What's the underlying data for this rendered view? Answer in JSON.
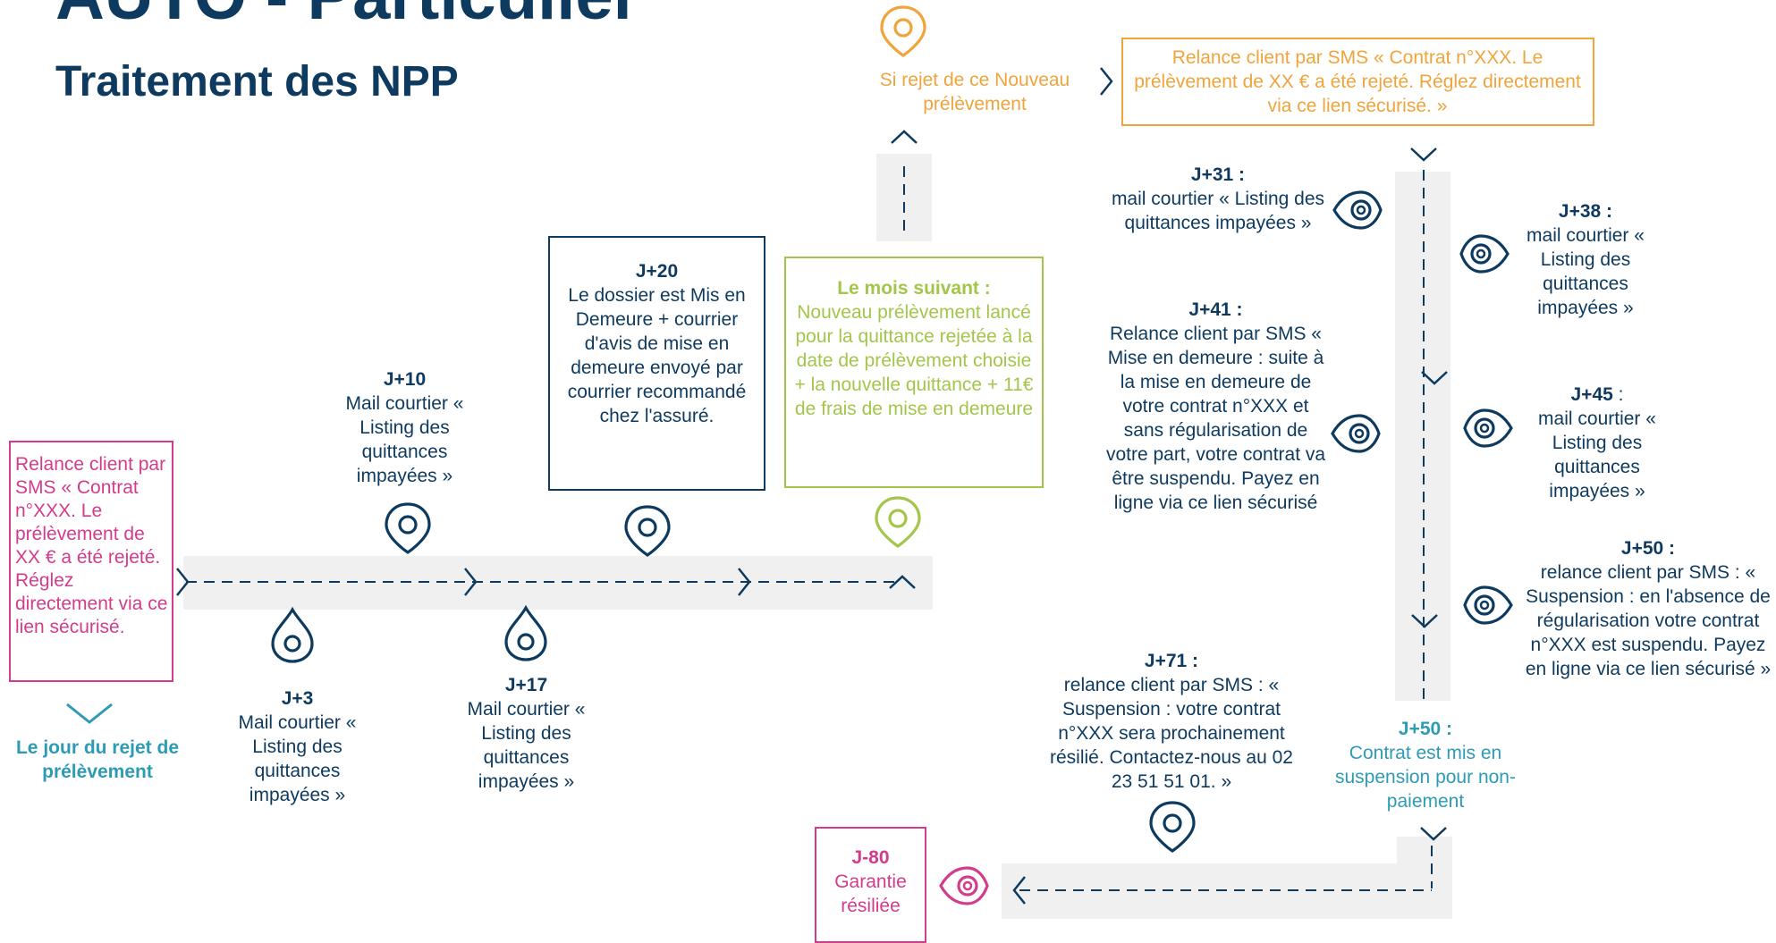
{
  "header": {
    "title": "AUTO - Particulier",
    "subtitle": "Traitement des NPP"
  },
  "colors": {
    "navy": "#0d3a5e",
    "pink": "#d33c8c",
    "green": "#a3c64a",
    "orange": "#f0a43c",
    "blue": "#2d9bb5",
    "band": "#f0f0f0"
  },
  "start": {
    "box_text": "Relance client par SMS « Contrat n°XXX. Le prélèvement de XX € a été rejeté. Réglez directement via ce lien sécurisé.",
    "caption": "Le jour du rejet de prélèvement"
  },
  "steps": {
    "j3": {
      "label": "J+3",
      "text": "Mail courtier « Listing des quittances impayées »"
    },
    "j10": {
      "label": "J+10",
      "text": "Mail courtier « Listing des quittances impayées »"
    },
    "j17": {
      "label": "J+17",
      "text": "Mail courtier « Listing des quittances impayées »"
    },
    "j20": {
      "label": "J+20",
      "text": "Le dossier est Mis en Demeure + courrier d'avis de mise en demeure envoyé par courrier recommandé chez l'assuré."
    },
    "mois_suivant": {
      "label": "Le mois suivant :",
      "text": "Nouveau prélèvement lancé pour la quittance rejetée à la date de prélèvement choisie + la nouvelle quittance + 11€ de frais de mise en demeure"
    },
    "rejet": {
      "text": "Si rejet de ce Nouveau prélèvement"
    },
    "sms_rejet": {
      "text": "Relance client par SMS « Contrat n°XXX. Le prélèvement de XX € a été rejeté. Réglez directement via ce lien sécurisé. »"
    },
    "j31": {
      "label": "J+31 :",
      "text": "mail courtier « Listing des quittances impayées »"
    },
    "j38": {
      "label": "J+38 :",
      "text": "mail courtier « Listing des quittances impayées »"
    },
    "j41": {
      "label": "J+41 :",
      "text": "Relance client par SMS « Mise en demeure : suite à la mise en demeure de votre contrat n°XXX et sans régularisation de votre part, votre contrat va être suspendu. Payez en ligne via ce lien sécurisé"
    },
    "j45": {
      "label": "J+45",
      "label_suffix": " :",
      "text": "mail courtier « Listing des quittances impayées »"
    },
    "j50_sms": {
      "label": "J+50 :",
      "text": "relance client par SMS : « Suspension : en l'absence de régularisation votre contrat n°XXX est suspendu. Payez en ligne via ce lien sécurisé »"
    },
    "j50": {
      "label": "J+50 :",
      "text": "Contrat est mis en suspension pour non-paiement"
    },
    "j71": {
      "label": "J+71 :",
      "text": "relance client par SMS : « Suspension : votre contrat n°XXX sera prochainement résilié. Contactez-nous au 02 23 51 51 01. »"
    },
    "j80": {
      "label": "J-80",
      "text": "Garantie résiliée"
    }
  },
  "icons": [
    "map-pin-icon",
    "drop-pin-icon",
    "eye-icon",
    "chevron-right-icon",
    "chevron-down-icon",
    "chevron-up-icon",
    "chevron-left-icon"
  ]
}
